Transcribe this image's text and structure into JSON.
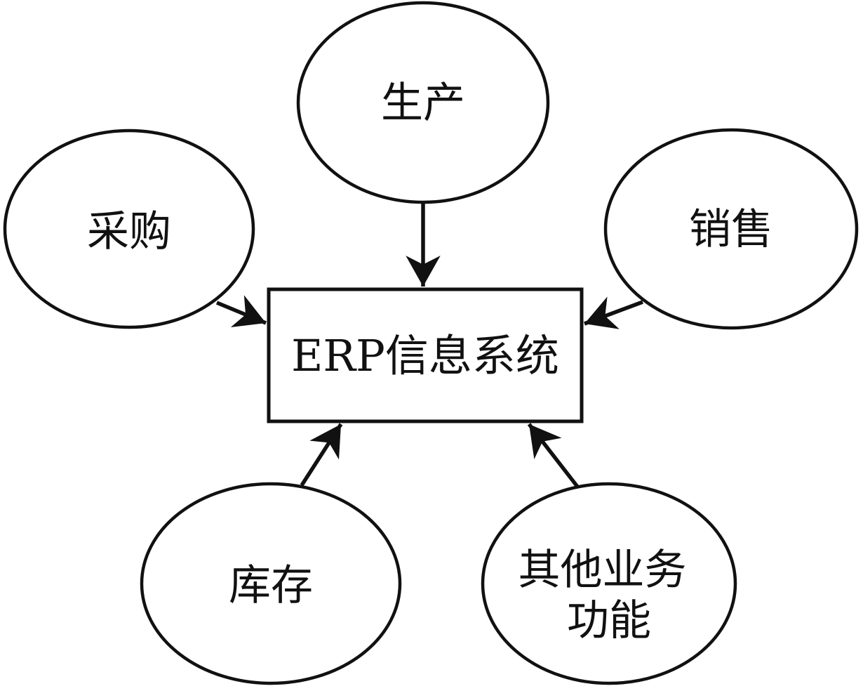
{
  "diagram": {
    "center_box": {
      "label": "ERP信息系统"
    },
    "nodes": {
      "production": {
        "label": "生产"
      },
      "procurement": {
        "label": "采购"
      },
      "sales": {
        "label": "销售"
      },
      "inventory": {
        "label": "库存"
      },
      "other_functions": {
        "label": "其他业务功能",
        "line1": "其他业务",
        "line2": "功能"
      }
    },
    "arrows": [
      {
        "from": "production",
        "to": "erp-system"
      },
      {
        "from": "procurement",
        "to": "erp-system"
      },
      {
        "from": "sales",
        "to": "erp-system"
      },
      {
        "from": "inventory",
        "to": "erp-system"
      },
      {
        "from": "other_functions",
        "to": "erp-system"
      }
    ],
    "colors": {
      "line": "#111111",
      "text": "#111111",
      "background": "#ffffff"
    }
  }
}
